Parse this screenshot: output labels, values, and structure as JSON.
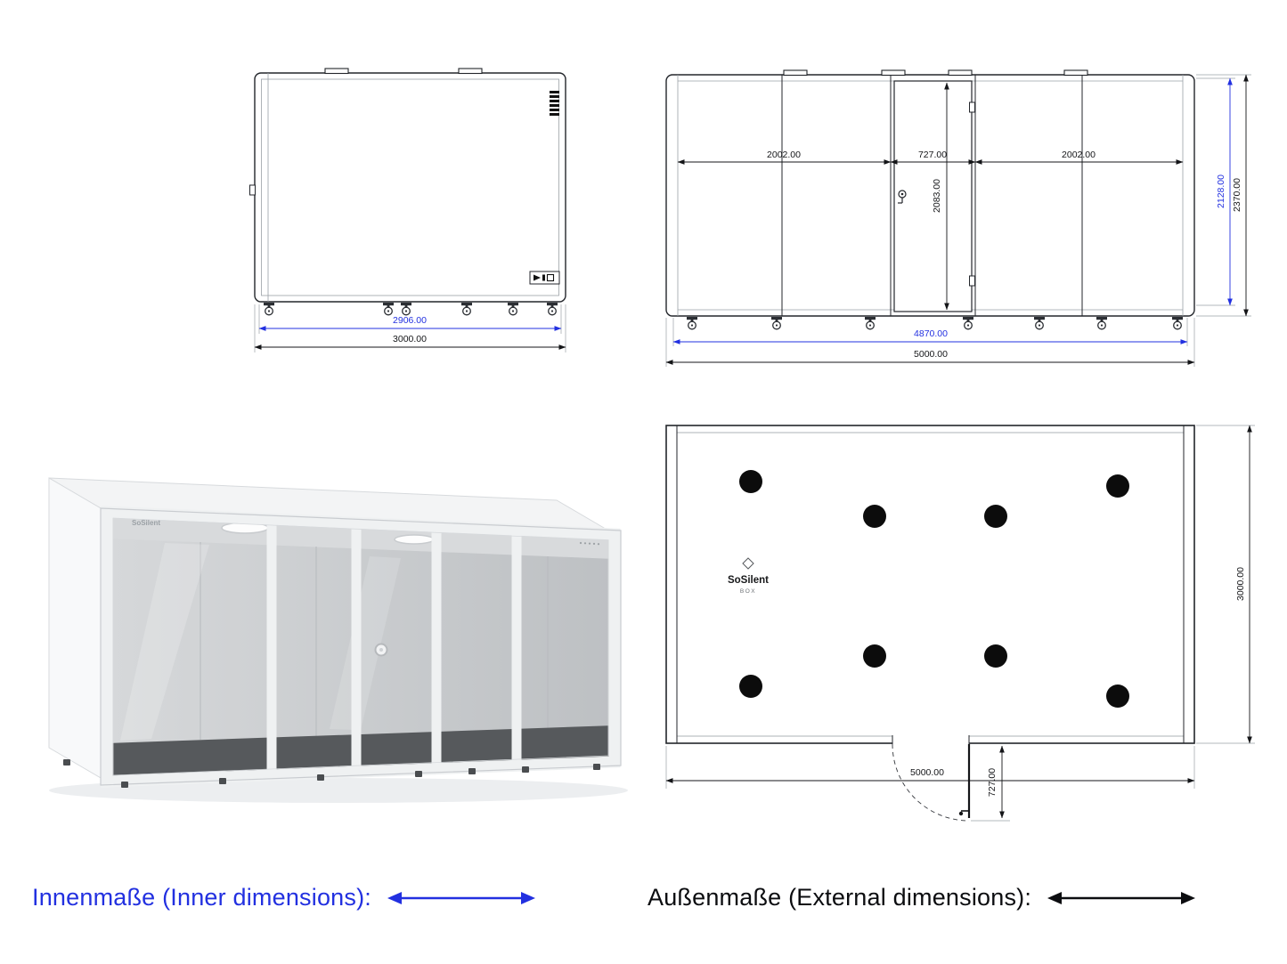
{
  "colors": {
    "accent_blue": "#2230e0",
    "ink": "#141518"
  },
  "legend": {
    "inner_label": "Innenmaße (Inner dimensions):",
    "outer_label": "Außenmaße (External dimensions):"
  },
  "side_view": {
    "inner_width_mm": "2906.00",
    "outer_width_mm": "3000.00"
  },
  "front_view": {
    "left_panel_mm": "2002.00",
    "door_width_mm": "727.00",
    "right_panel_mm": "2002.00",
    "door_height_mm": "2083.00",
    "inner_height_mm": "2128.00",
    "outer_height_mm": "2370.00",
    "inner_width_mm": "4870.00",
    "outer_width_mm": "5000.00"
  },
  "plan_view": {
    "logo_name": "SoSilent",
    "logo_sub": "BOX",
    "outer_width_mm": "5000.00",
    "outer_depth_mm": "3000.00",
    "door_swing_mm": "727.00"
  },
  "render": {
    "brand": "SoSilent"
  }
}
